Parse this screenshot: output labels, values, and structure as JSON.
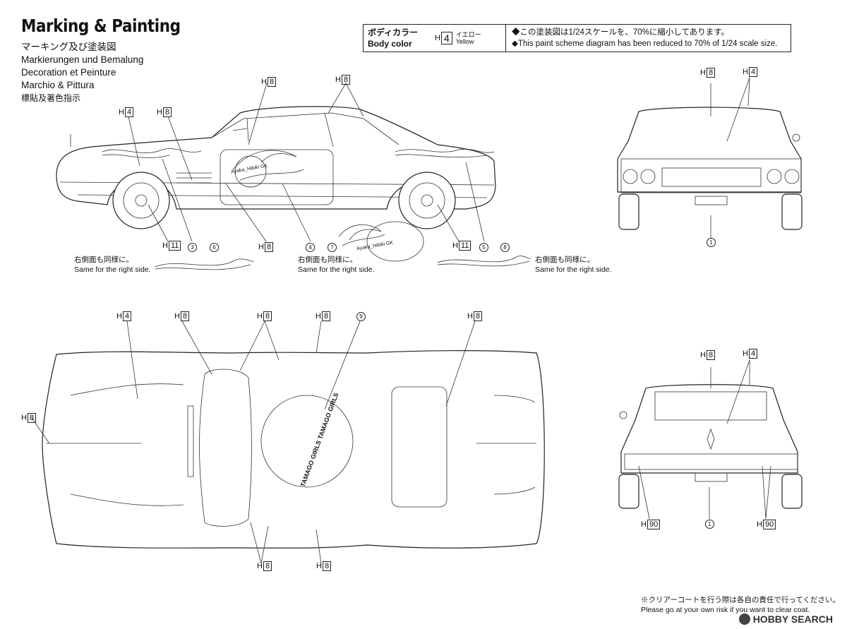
{
  "header": {
    "title": "Marking & Painting",
    "subtitles": [
      "マーキング及び塗装図",
      "Markierungen und Bemalung",
      "Decoration et Peinture",
      "Marchio & Pittura",
      "標貼及著色指示"
    ]
  },
  "body_color": {
    "label_jp": "ボディカラー",
    "label_en": "Body color",
    "code_prefix": "H",
    "code_num": "4",
    "color_jp": "イエロー",
    "color_en": "Yellow",
    "notes": [
      "◆この塗装図は1/24スケールを、70%に縮小してあります。",
      "◆This paint scheme diagram has been reduced to 70% of 1/24 scale size."
    ]
  },
  "callouts": {
    "side": [
      {
        "p": "H",
        "n": "8"
      },
      {
        "p": "H",
        "n": "8"
      },
      {
        "p": "H",
        "n": "4"
      },
      {
        "p": "H",
        "n": "8"
      },
      {
        "p": "H",
        "n": "11"
      },
      {
        "p": "H",
        "n": "8"
      },
      {
        "p": "H",
        "n": "11"
      }
    ],
    "side_nums": [
      "3",
      "6",
      "4",
      "7",
      "5",
      "8"
    ],
    "front": [
      {
        "p": "H",
        "n": "8"
      },
      {
        "p": "H",
        "n": "4"
      }
    ],
    "front_num": "1",
    "top": [
      {
        "p": "H",
        "n": "4"
      },
      {
        "p": "H",
        "n": "8"
      },
      {
        "p": "H",
        "n": "8"
      },
      {
        "p": "H",
        "n": "8"
      },
      {
        "p": "H",
        "n": "8"
      },
      {
        "p": "H",
        "n": "8"
      },
      {
        "p": "H",
        "n": "8"
      },
      {
        "p": "H",
        "n": "8"
      }
    ],
    "top_num": "9",
    "rear": [
      {
        "p": "H",
        "n": "8"
      },
      {
        "p": "H",
        "n": "4"
      },
      {
        "p": "H",
        "n": "90"
      },
      {
        "p": "H",
        "n": "90"
      }
    ],
    "rear_num": "1"
  },
  "same_side": {
    "jp": "右側面も同様に。",
    "en": "Same for the right side."
  },
  "decal_texts": {
    "side_logo": "Ayaka_Hibiki GK",
    "hood_logo": "TAMAGO GIRLS TAMAGO GIRLS"
  },
  "footer": {
    "jp": "※クリアーコートを行う際は各自の責任で行ってください。",
    "en": "Please go at your own risk if you want to clear coat."
  },
  "watermark": {
    "brand": "HOBBY SEARCH"
  }
}
